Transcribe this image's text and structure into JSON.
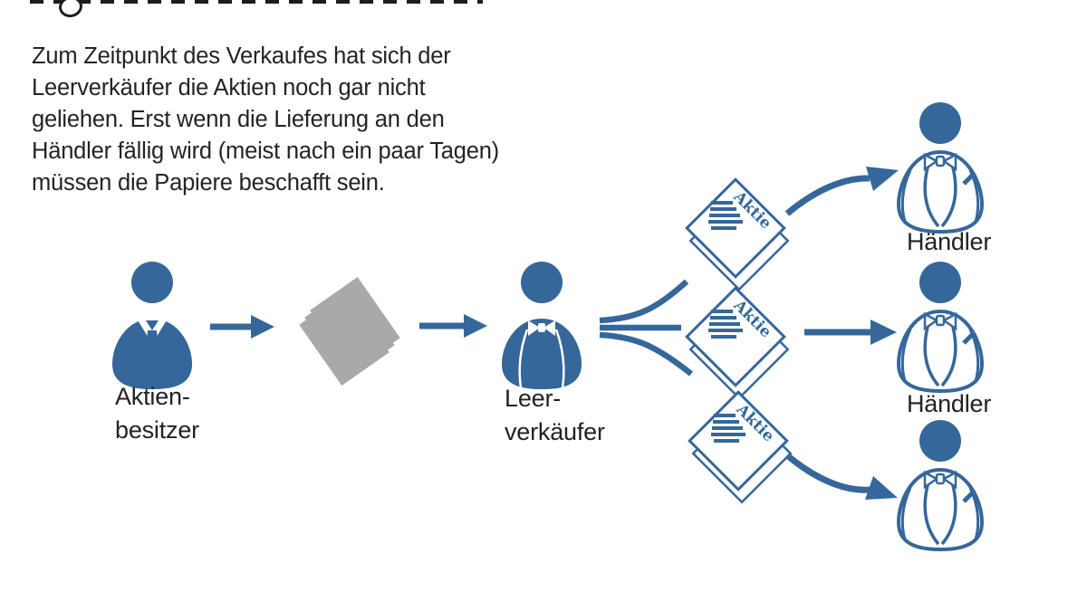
{
  "colors": {
    "primary_blue": "#35679A",
    "paper_gray": "#A9A9A9",
    "text_dark": "#232323",
    "background": "#ffffff"
  },
  "intro": {
    "lines": [
      "Zum Zeitpunkt des Verkaufes hat sich der",
      "Leerverkäufer die Aktien noch gar nicht",
      "geliehen. Erst wenn die Lieferung an den",
      "Händler fällig wird (meist nach ein paar Tagen)",
      "müssen die Papiere beschafft sein."
    ]
  },
  "diagram": {
    "nodes": [
      {
        "id": "aktienbesitzer",
        "type": "person-necktie",
        "label_lines": [
          "Aktien-",
          "besitzer"
        ]
      },
      {
        "id": "papers",
        "type": "paper-stack"
      },
      {
        "id": "leerverkaeufer",
        "type": "person-bowtie",
        "label_lines": [
          "Leer-",
          "verkäufer"
        ]
      },
      {
        "id": "aktie-doc-top",
        "type": "document",
        "label": "Aktie"
      },
      {
        "id": "aktie-doc-middle",
        "type": "document",
        "label": "Aktie"
      },
      {
        "id": "aktie-doc-bottom",
        "type": "document",
        "label": "Aktie"
      },
      {
        "id": "haendler-top",
        "type": "person-outline",
        "label": "Händler"
      },
      {
        "id": "haendler-middle",
        "type": "person-outline",
        "label": "Händler"
      },
      {
        "id": "haendler-bottom",
        "type": "person-outline",
        "label": ""
      }
    ],
    "edges": [
      "aktienbesitzer -> papers",
      "papers -> leerverkaeufer",
      "leerverkaeufer -> aktie-doc-top",
      "leerverkaeufer -> aktie-doc-middle",
      "leerverkaeufer -> aktie-doc-bottom",
      "aktie-doc-top -> haendler-top",
      "aktie-doc-middle -> haendler-middle",
      "aktie-doc-bottom -> haendler-bottom"
    ]
  }
}
